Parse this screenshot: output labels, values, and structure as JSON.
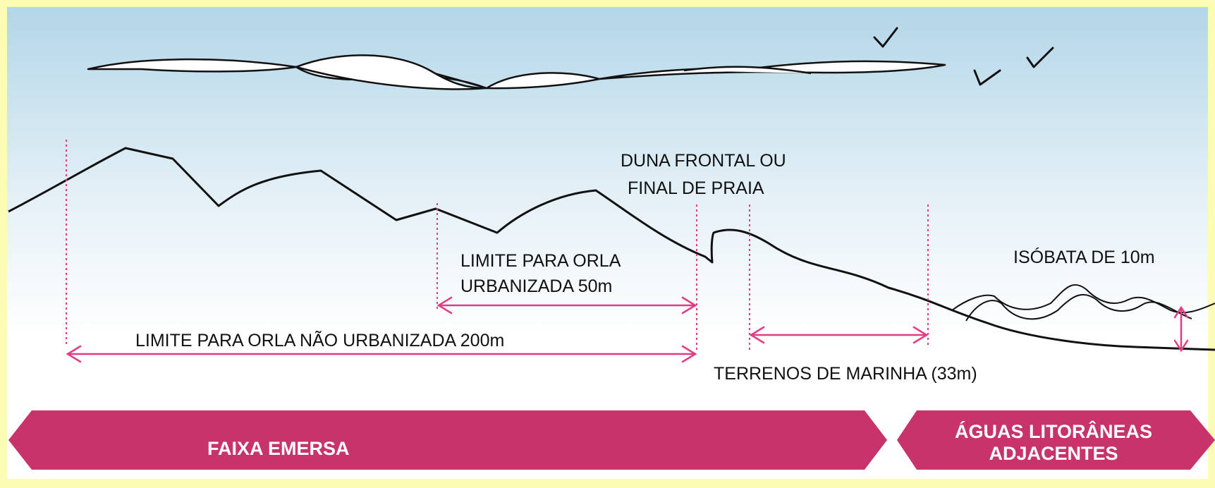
{
  "labels": {
    "duna_line1": "DUNA FRONTAL OU",
    "duna_line2": "FINAL DE PRAIA",
    "urbanizada_line1": "LIMITE PARA ORLA",
    "urbanizada_line2": "URBANIZADA 50m",
    "nao_urbanizada": "LIMITE PARA ORLA NÃO URBANIZADA 200m",
    "terrenos_marinha": "TERRENOS DE MARINHA (33m)",
    "isobata": "ISÓBATA DE 10m"
  },
  "bands": {
    "faixa_emersa": "FAIXA EMERSA",
    "aguas_line1": "ÁGUAS LITORÂNEAS",
    "aguas_line2": "ADJACENTES"
  },
  "colors": {
    "border": "#fdfcb4",
    "sky_top": "#b3d6e8",
    "sky_bottom": "#ffffff",
    "band_fill": "#c8336b",
    "marker_line": "#e23b84",
    "outline": "#111111"
  }
}
